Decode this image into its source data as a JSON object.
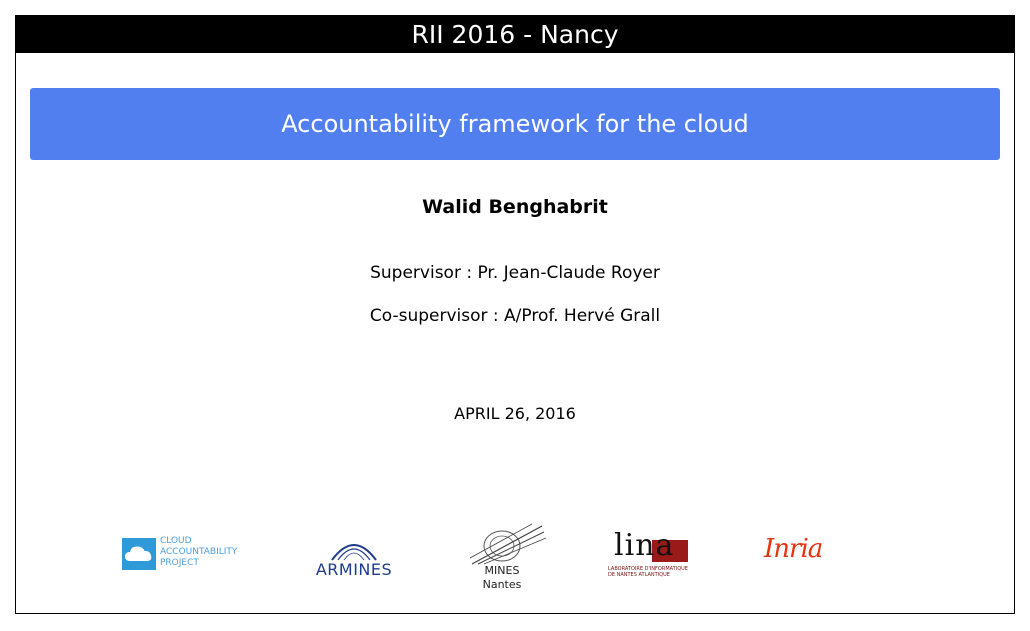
{
  "header": {
    "title": "RII 2016 - Nancy"
  },
  "title_box": {
    "title": "Accountability framework for the cloud"
  },
  "author": "Walid Benghabrit",
  "supervisor": "Supervisor : Pr. Jean-Claude Royer",
  "cosupervisor": "Co-supervisor : A/Prof. Hervé Grall",
  "date": "APRIL 26, 2016",
  "colors": {
    "header_bg": "#000000",
    "title_box_bg": "#527ff0",
    "text": "#000000"
  },
  "logos": {
    "cloud_accountability": {
      "icon": "cloud-icon",
      "line1": "CLOUD",
      "line2": "ACCOUNTABILITY",
      "line3": "PROJECT"
    },
    "armines": {
      "text": "ARMINES"
    },
    "mines": {
      "line1": "MINES",
      "line2": "Nantes"
    },
    "lina": {
      "text": "lina",
      "sub1": "LABORATOIRE D'INFORMATIQUE",
      "sub2": "DE NANTES ATLANTIQUE"
    },
    "inria": {
      "text": "Inria"
    }
  }
}
